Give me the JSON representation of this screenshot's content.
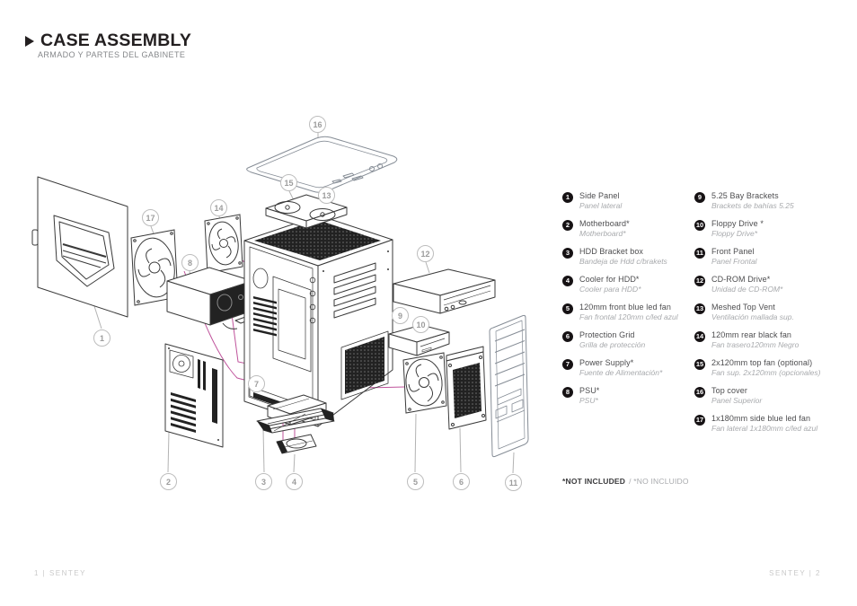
{
  "page": {
    "title": "CASE ASSEMBLY",
    "subtitle": "ARMADO Y PARTES DEL GABINETE",
    "footer_left": "1  |  SENTEY",
    "footer_right": "SENTEY  |  2"
  },
  "not_included": {
    "en": "*NOT INCLUDED",
    "es": "/ *NO INCLUIDO"
  },
  "colors": {
    "leader_magenta": "#bf539b",
    "line_dark": "#3a3a3a",
    "line_light": "#868d96",
    "callout_gray": "#bdbdbd",
    "legend_text": "#4d4d4f",
    "legend_text_light": "#a8aaad"
  },
  "legend": {
    "items": [
      {
        "num": "1",
        "en": "Side Panel",
        "es": "Panel lateral"
      },
      {
        "num": "2",
        "en": "Motherboard*",
        "es": "Motherboard*"
      },
      {
        "num": "3",
        "en": "HDD Bracket box",
        "es": "Bandeja de Hdd c/brakets"
      },
      {
        "num": "4",
        "en": "Cooler for HDD*",
        "es": "Cooler para HDD*"
      },
      {
        "num": "5",
        "en": "120mm front blue led fan",
        "es": "Fan frontal 120mm c/led azul"
      },
      {
        "num": "6",
        "en": "Protection Grid",
        "es": "Grilla de protección"
      },
      {
        "num": "7",
        "en": "Power Supply*",
        "es": "Fuente de Alimentación*"
      },
      {
        "num": "8",
        "en": "PSU*",
        "es": "PSU*"
      },
      {
        "num": "9",
        "en": "5.25 Bay Brackets",
        "es": "Brackets de bahías 5.25"
      },
      {
        "num": "10",
        "en": "Floppy Drive *",
        "es": "Floppy Drive*"
      },
      {
        "num": "11",
        "en": "Front Panel",
        "es": "Panel Frontal"
      },
      {
        "num": "12",
        "en": "CD-ROM Drive*",
        "es": "Unidad de CD-ROM*"
      },
      {
        "num": "13",
        "en": "Meshed Top Vent",
        "es": "Ventilación mallada sup."
      },
      {
        "num": "14",
        "en": "120mm rear black fan",
        "es": "Fan trasero120mm Negro"
      },
      {
        "num": "15",
        "en": "2x120mm top fan (optional)",
        "es": "Fan sup. 2x120mm (opcionales)"
      },
      {
        "num": "16",
        "en": "Top cover",
        "es": "Panel Superior"
      },
      {
        "num": "17",
        "en": "1x180mm side blue led fan",
        "es": "Fan lateral 1x180mm c/led azul"
      }
    ]
  },
  "callouts": {
    "c1": "1",
    "c2": "2",
    "c3": "3",
    "c4": "4",
    "c5": "5",
    "c6": "6",
    "c7": "7",
    "c8": "8",
    "c9": "9",
    "c10": "10",
    "c11": "11",
    "c12": "12",
    "c13": "13",
    "c14": "14",
    "c15": "15",
    "c16": "16",
    "c17": "17"
  }
}
